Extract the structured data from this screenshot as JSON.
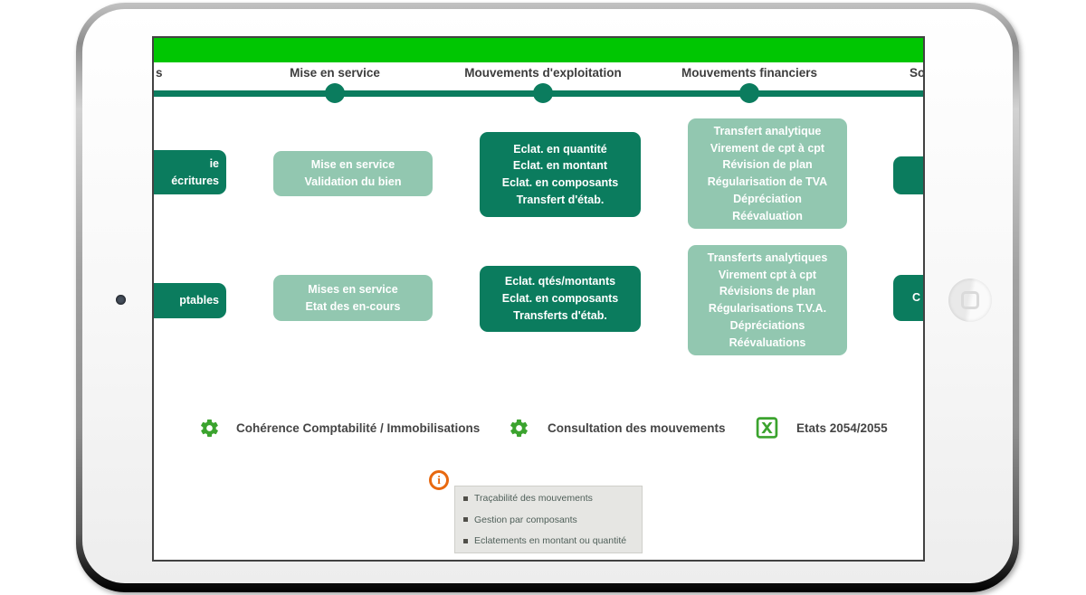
{
  "colors": {
    "bright_green": "#00c602",
    "dark_green": "#0b7c5e",
    "light_green": "#92c7b0",
    "icon_green": "#3ba32e",
    "orange": "#e8680f"
  },
  "timeline": {
    "left_fragment": "s",
    "milestones": [
      {
        "label": "Mise en service"
      },
      {
        "label": "Mouvements d'exploitation"
      },
      {
        "label": "Mouvements financiers"
      }
    ],
    "right_fragment": "So"
  },
  "boxes": {
    "r1b1": {
      "text": "ie\nécritures"
    },
    "r1b2": {
      "text": "Mise en service\nValidation du bien"
    },
    "r1b3": {
      "text": "Eclat. en quantité\nEclat. en montant\nEclat. en composants\nTransfert d'étab."
    },
    "r1b4": {
      "text": "Transfert analytique\nVirement de cpt à cpt\nRévision de plan\nRégularisation de TVA\nDépréciation\nRéévaluation"
    },
    "r1b5": {
      "text": ""
    },
    "r2b1": {
      "text": "ptables"
    },
    "r2b2": {
      "text": "Mises en service\nEtat des en-cours"
    },
    "r2b3": {
      "text": "Eclat. qtés/montants\nEclat. en composants\nTransferts d'étab."
    },
    "r2b4": {
      "text": "Transferts analytiques\nVirement cpt à cpt\nRévisions de plan\nRégularisations T.V.A.\nDépréciations\nRéévaluations"
    },
    "r2b5": {
      "text": "C"
    }
  },
  "features": [
    {
      "icon": "gear",
      "label": "Cohérence Comptabilité / Immobilisations"
    },
    {
      "icon": "gear",
      "label": "Consultation des mouvements"
    },
    {
      "icon": "excel",
      "label": "Etats 2054/2055"
    }
  ],
  "info_note": {
    "icon_text": "i",
    "items": [
      "Traçabilité des mouvements",
      "Gestion par composants",
      "Eclatements en montant ou quantité"
    ]
  }
}
